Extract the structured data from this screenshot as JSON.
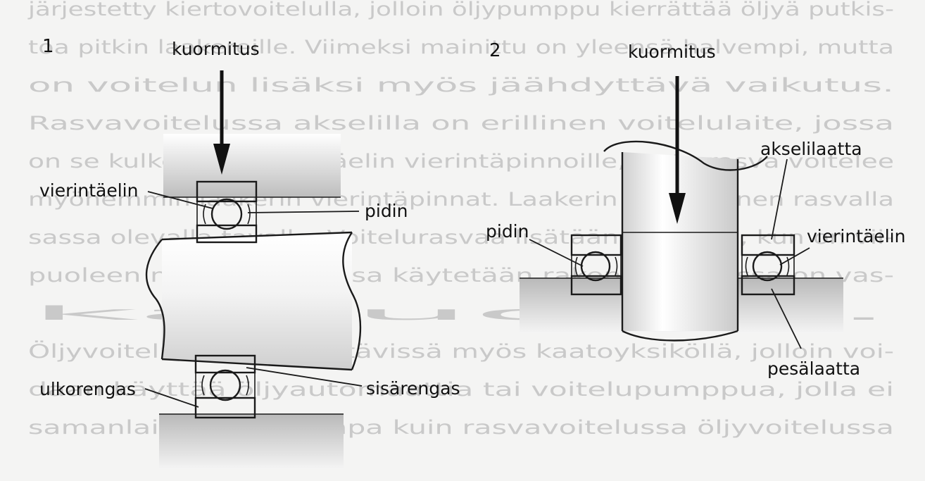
{
  "background_text": {
    "lines": [
      "järjestetty kiertovoitelulla, jolloin öljypumppu kierrättää öljyä putkis-",
      "toa pitkin laakereille. Viimeksi mainittu on yleensä halvempi, mutta",
      "on voitelun lisäksi myös jäähdyttävä vaikutus.",
      "Rasvavoitelussa akselilla on erillinen voitelulaite, jossa",
      "on se kulkeutuu vierintäelin vierintäpinnoille, josta rasva voitelee",
      "myöhemmin laakerin vierintäpinnat. Laakerin täyttäminen rasvalla",
      "sassa olevalla tavalla. Voitelurasvaa lisätään laakeriin, kun on vii-",
      "puoleen mennessä, jossa käytetään rakenteita, joissa on vas-",
      "kasuojat.",
      "Öljyvoitelu on järjestettävissä myös kaatoyksiköllä, jolloin voi-",
      "daan käyttää öljyautomaattia tai voitelupumppua, jolla ei",
      "samanlainen voiteluinpa kuin rasvavoitelussa öljyvoitelussa"
    ]
  },
  "diagram1": {
    "number": "1",
    "labels": {
      "load": "kuormitus",
      "rolling_element": "vierintäelin",
      "cage": "pidin",
      "outer_ring": "ulkorengas",
      "inner_ring": "sisärengas"
    }
  },
  "diagram2": {
    "number": "2",
    "labels": {
      "load": "kuormitus",
      "shaft_washer": "akselilaatta",
      "cage": "pidin",
      "rolling_element": "vierintäelin",
      "housing_washer": "pesälaatta"
    }
  }
}
